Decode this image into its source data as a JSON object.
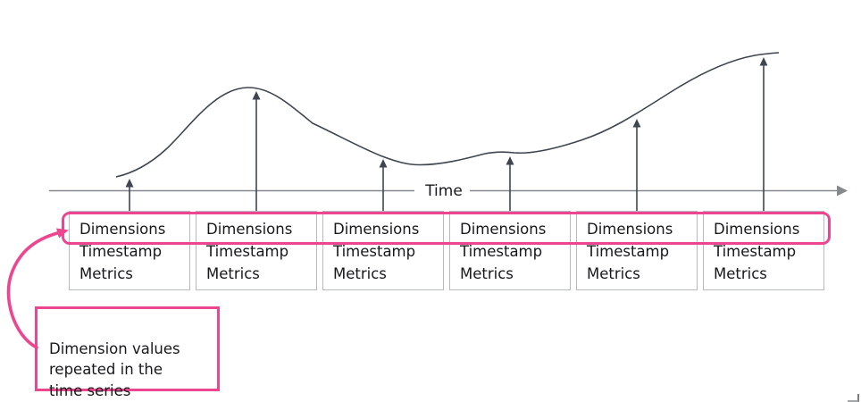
{
  "axis": {
    "label": "Time"
  },
  "records": [
    {
      "dimensions": "Dimensions",
      "timestamp": "Timestamp",
      "metrics": "Metrics"
    },
    {
      "dimensions": "Dimensions",
      "timestamp": "Timestamp",
      "metrics": "Metrics"
    },
    {
      "dimensions": "Dimensions",
      "timestamp": "Timestamp",
      "metrics": "Metrics"
    },
    {
      "dimensions": "Dimensions",
      "timestamp": "Timestamp",
      "metrics": "Metrics"
    },
    {
      "dimensions": "Dimensions",
      "timestamp": "Timestamp",
      "metrics": "Metrics"
    },
    {
      "dimensions": "Dimensions",
      "timestamp": "Timestamp",
      "metrics": "Metrics"
    }
  ],
  "annotation": {
    "text": "Dimension values\nrepeated in the\ntime series"
  },
  "colors": {
    "accent_pink": "#ed4690",
    "curve_dark": "#3e4550",
    "axis_gray": "#85888c",
    "box_border_gray": "#b6bac0",
    "text_dark": "#17181b"
  }
}
